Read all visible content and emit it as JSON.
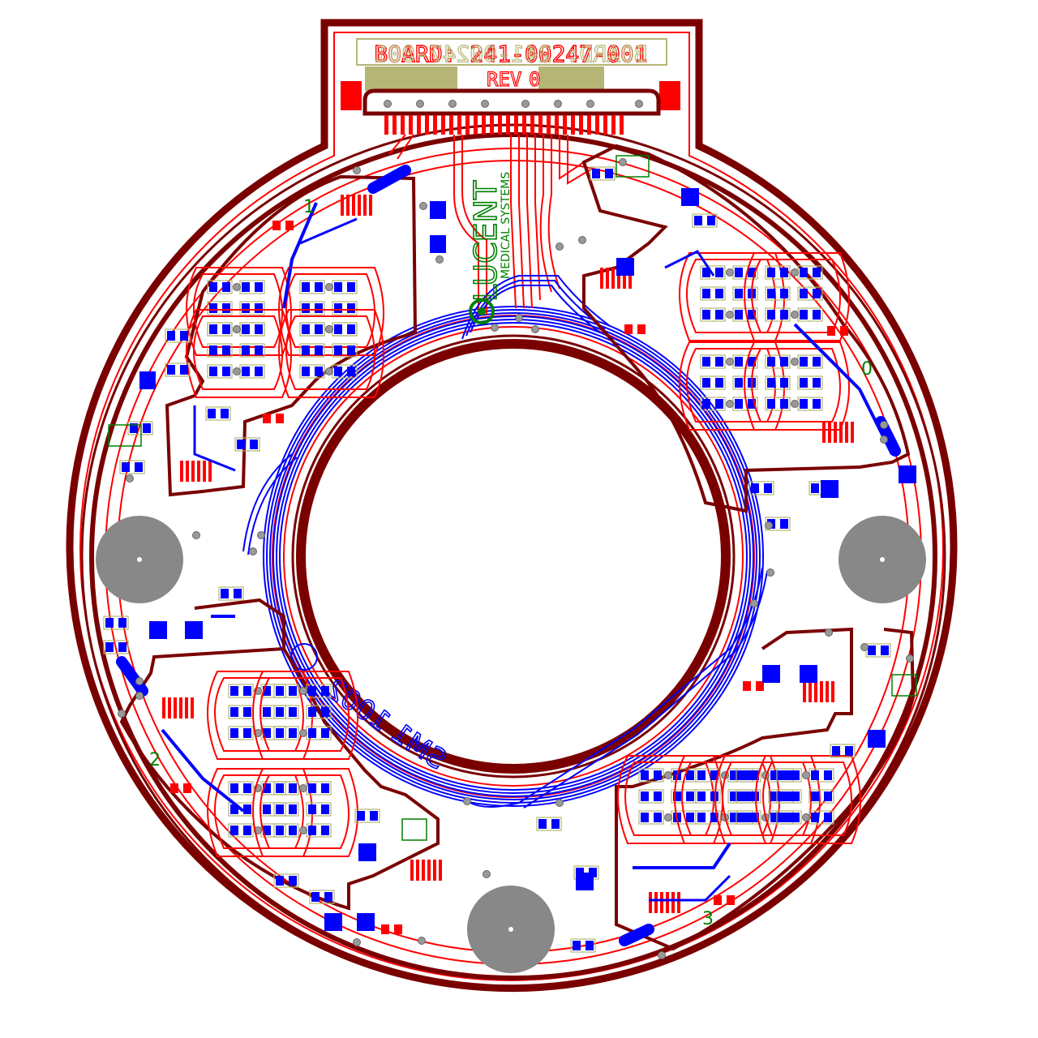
{
  "board": {
    "label_top": "BOARD: 241-00247-001",
    "label_bottom": "REV",
    "rev": "0",
    "logo_text": "LUCENT",
    "logo_sub": "MEDICAL SYSTEMS",
    "mirror_text": "SM1 1002",
    "quadrant_labels": [
      "1",
      "2",
      "3",
      "0"
    ]
  },
  "colors": {
    "outline": "#7a0000",
    "top_copper": "#ff0000",
    "bottom_copper": "#0000ff",
    "silk": "#b5b576",
    "via": "#999999",
    "mount_hole": "#888888",
    "logo": "#008000"
  }
}
